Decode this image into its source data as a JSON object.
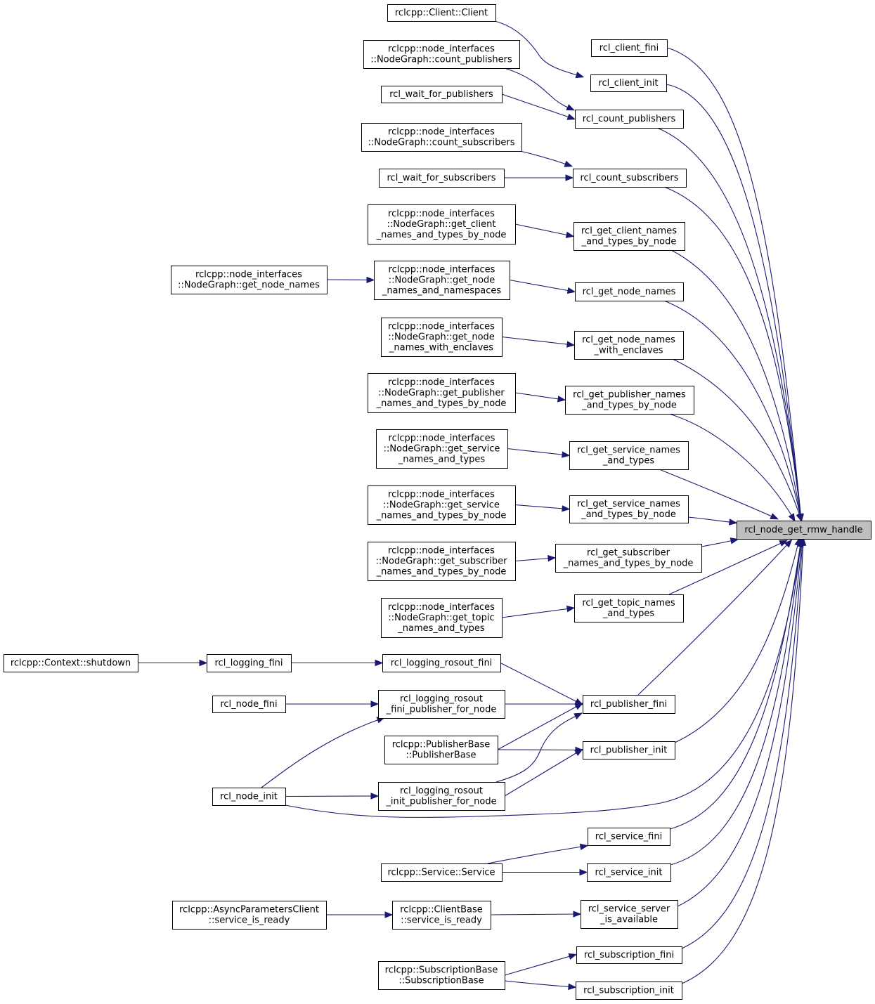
{
  "root": {
    "id": "root",
    "lines": [
      "rcl_node_get_rmw_handle"
    ]
  },
  "nodes": [
    {
      "id": "rclcpp_client_client",
      "lines": [
        "rclcpp::Client::Client"
      ]
    },
    {
      "id": "rcl_client_fini",
      "lines": [
        "rcl_client_fini"
      ]
    },
    {
      "id": "rcl_client_init",
      "lines": [
        "rcl_client_init"
      ]
    },
    {
      "id": "ng_count_publishers",
      "lines": [
        "rclcpp::node_interfaces",
        "::NodeGraph::count_publishers"
      ]
    },
    {
      "id": "rcl_wait_for_publishers",
      "lines": [
        "rcl_wait_for_publishers"
      ]
    },
    {
      "id": "rcl_count_publishers",
      "lines": [
        "rcl_count_publishers"
      ]
    },
    {
      "id": "ng_count_subscribers",
      "lines": [
        "rclcpp::node_interfaces",
        "::NodeGraph::count_subscribers"
      ]
    },
    {
      "id": "rcl_wait_for_subscribers",
      "lines": [
        "rcl_wait_for_subscribers"
      ]
    },
    {
      "id": "rcl_count_subscribers",
      "lines": [
        "rcl_count_subscribers"
      ]
    },
    {
      "id": "ng_get_client_names",
      "lines": [
        "rclcpp::node_interfaces",
        "::NodeGraph::get_client",
        "_names_and_types_by_node"
      ]
    },
    {
      "id": "rcl_get_client_names",
      "lines": [
        "rcl_get_client_names",
        "_and_types_by_node"
      ]
    },
    {
      "id": "ng_get_node_names_caller",
      "lines": [
        "rclcpp::node_interfaces",
        "::NodeGraph::get_node_names"
      ]
    },
    {
      "id": "ng_get_node_names_ns",
      "lines": [
        "rclcpp::node_interfaces",
        "::NodeGraph::get_node",
        "_names_and_namespaces"
      ]
    },
    {
      "id": "rcl_get_node_names",
      "lines": [
        "rcl_get_node_names"
      ]
    },
    {
      "id": "ng_get_node_names_enclaves",
      "lines": [
        "rclcpp::node_interfaces",
        "::NodeGraph::get_node",
        "_names_with_enclaves"
      ]
    },
    {
      "id": "rcl_get_node_names_enclaves",
      "lines": [
        "rcl_get_node_names",
        "_with_enclaves"
      ]
    },
    {
      "id": "ng_get_publisher_names",
      "lines": [
        "rclcpp::node_interfaces",
        "::NodeGraph::get_publisher",
        "_names_and_types_by_node"
      ]
    },
    {
      "id": "rcl_get_publisher_names",
      "lines": [
        "rcl_get_publisher_names",
        "_and_types_by_node"
      ]
    },
    {
      "id": "ng_get_service_names",
      "lines": [
        "rclcpp::node_interfaces",
        "::NodeGraph::get_service",
        "_names_and_types"
      ]
    },
    {
      "id": "rcl_get_service_names",
      "lines": [
        "rcl_get_service_names",
        "_and_types"
      ]
    },
    {
      "id": "ng_get_service_names_node",
      "lines": [
        "rclcpp::node_interfaces",
        "::NodeGraph::get_service",
        "_names_and_types_by_node"
      ]
    },
    {
      "id": "rcl_get_service_names_node",
      "lines": [
        "rcl_get_service_names",
        "_and_types_by_node"
      ]
    },
    {
      "id": "ng_get_subscriber_names",
      "lines": [
        "rclcpp::node_interfaces",
        "::NodeGraph::get_subscriber",
        "_names_and_types_by_node"
      ]
    },
    {
      "id": "rcl_get_subscriber_names",
      "lines": [
        "rcl_get_subscriber",
        "_names_and_types_by_node"
      ]
    },
    {
      "id": "ng_get_topic_names",
      "lines": [
        "rclcpp::node_interfaces",
        "::NodeGraph::get_topic",
        "_names_and_types"
      ]
    },
    {
      "id": "rcl_get_topic_names",
      "lines": [
        "rcl_get_topic_names",
        "_and_types"
      ]
    },
    {
      "id": "context_shutdown",
      "lines": [
        "rclcpp::Context::shutdown"
      ]
    },
    {
      "id": "rcl_logging_fini",
      "lines": [
        "rcl_logging_fini"
      ]
    },
    {
      "id": "rcl_logging_rosout_fini",
      "lines": [
        "rcl_logging_rosout_fini"
      ]
    },
    {
      "id": "rcl_node_fini",
      "lines": [
        "rcl_node_fini"
      ]
    },
    {
      "id": "rosout_fini_pub",
      "lines": [
        "rcl_logging_rosout",
        "_fini_publisher_for_node"
      ]
    },
    {
      "id": "rcl_publisher_fini",
      "lines": [
        "rcl_publisher_fini"
      ]
    },
    {
      "id": "publisherbase",
      "lines": [
        "rclcpp::PublisherBase",
        "::PublisherBase"
      ]
    },
    {
      "id": "rcl_publisher_init",
      "lines": [
        "rcl_publisher_init"
      ]
    },
    {
      "id": "rcl_node_init",
      "lines": [
        "rcl_node_init"
      ]
    },
    {
      "id": "rosout_init_pub",
      "lines": [
        "rcl_logging_rosout",
        "_init_publisher_for_node"
      ]
    },
    {
      "id": "rcl_service_fini",
      "lines": [
        "rcl_service_fini"
      ]
    },
    {
      "id": "service_service",
      "lines": [
        "rclcpp::Service::Service"
      ]
    },
    {
      "id": "rcl_service_init",
      "lines": [
        "rcl_service_init"
      ]
    },
    {
      "id": "async_params_ready",
      "lines": [
        "rclcpp::AsyncParametersClient",
        "::service_is_ready"
      ]
    },
    {
      "id": "clientbase_ready",
      "lines": [
        "rclcpp::ClientBase",
        "::service_is_ready"
      ]
    },
    {
      "id": "rcl_service_server_available",
      "lines": [
        "rcl_service_server",
        "_is_available"
      ]
    },
    {
      "id": "rcl_subscription_fini",
      "lines": [
        "rcl_subscription_fini"
      ]
    },
    {
      "id": "subscriptionbase",
      "lines": [
        "rclcpp::SubscriptionBase",
        "::SubscriptionBase"
      ]
    },
    {
      "id": "rcl_subscription_init",
      "lines": [
        "rcl_subscription_init"
      ]
    }
  ],
  "edges": [
    {
      "from": "rclcpp_client_client",
      "to": "rcl_client_init"
    },
    {
      "from": "ng_count_publishers",
      "to": "rcl_count_publishers"
    },
    {
      "from": "rcl_wait_for_publishers",
      "to": "rcl_count_publishers"
    },
    {
      "from": "ng_count_subscribers",
      "to": "rcl_count_subscribers"
    },
    {
      "from": "rcl_wait_for_subscribers",
      "to": "rcl_count_subscribers"
    },
    {
      "from": "ng_get_client_names",
      "to": "rcl_get_client_names"
    },
    {
      "from": "ng_get_node_names_caller",
      "to": "ng_get_node_names_ns"
    },
    {
      "from": "ng_get_node_names_ns",
      "to": "rcl_get_node_names"
    },
    {
      "from": "ng_get_node_names_enclaves",
      "to": "rcl_get_node_names_enclaves"
    },
    {
      "from": "ng_get_publisher_names",
      "to": "rcl_get_publisher_names"
    },
    {
      "from": "ng_get_service_names",
      "to": "rcl_get_service_names"
    },
    {
      "from": "ng_get_service_names_node",
      "to": "rcl_get_service_names_node"
    },
    {
      "from": "ng_get_subscriber_names",
      "to": "rcl_get_subscriber_names"
    },
    {
      "from": "ng_get_topic_names",
      "to": "rcl_get_topic_names"
    },
    {
      "from": "context_shutdown",
      "to": "rcl_logging_fini"
    },
    {
      "from": "rcl_logging_fini",
      "to": "rcl_logging_rosout_fini"
    },
    {
      "from": "rcl_logging_rosout_fini",
      "to": "rcl_publisher_fini"
    },
    {
      "from": "rcl_node_fini",
      "to": "rosout_fini_pub"
    },
    {
      "from": "rcl_node_init",
      "to": "rosout_fini_pub"
    },
    {
      "from": "rosout_fini_pub",
      "to": "rcl_publisher_fini"
    },
    {
      "from": "publisherbase",
      "to": "rcl_publisher_fini"
    },
    {
      "from": "publisherbase",
      "to": "rcl_publisher_init"
    },
    {
      "from": "rosout_init_pub",
      "to": "rcl_publisher_fini"
    },
    {
      "from": "rosout_init_pub",
      "to": "rcl_publisher_init"
    },
    {
      "from": "rcl_node_init",
      "to": "rosout_init_pub"
    },
    {
      "from": "service_service",
      "to": "rcl_service_fini"
    },
    {
      "from": "service_service",
      "to": "rcl_service_init"
    },
    {
      "from": "async_params_ready",
      "to": "clientbase_ready"
    },
    {
      "from": "clientbase_ready",
      "to": "rcl_service_server_available"
    },
    {
      "from": "subscriptionbase",
      "to": "rcl_subscription_fini"
    },
    {
      "from": "subscriptionbase",
      "to": "rcl_subscription_init"
    },
    {
      "from": "rcl_client_fini",
      "to": "root"
    },
    {
      "from": "rcl_client_init",
      "to": "root"
    },
    {
      "from": "rcl_count_publishers",
      "to": "root"
    },
    {
      "from": "rcl_count_subscribers",
      "to": "root"
    },
    {
      "from": "rcl_get_client_names",
      "to": "root"
    },
    {
      "from": "rcl_get_node_names",
      "to": "root"
    },
    {
      "from": "rcl_get_node_names_enclaves",
      "to": "root"
    },
    {
      "from": "rcl_get_publisher_names",
      "to": "root"
    },
    {
      "from": "rcl_get_service_names",
      "to": "root"
    },
    {
      "from": "rcl_get_service_names_node",
      "to": "root"
    },
    {
      "from": "rcl_get_subscriber_names",
      "to": "root"
    },
    {
      "from": "rcl_get_topic_names",
      "to": "root"
    },
    {
      "from": "rcl_publisher_fini",
      "to": "root"
    },
    {
      "from": "rcl_publisher_init",
      "to": "root"
    },
    {
      "from": "rcl_node_init",
      "to": "root"
    },
    {
      "from": "rcl_service_fini",
      "to": "root"
    },
    {
      "from": "rcl_service_init",
      "to": "root"
    },
    {
      "from": "rcl_service_server_available",
      "to": "root"
    },
    {
      "from": "rcl_subscription_fini",
      "to": "root"
    },
    {
      "from": "rcl_subscription_init",
      "to": "root"
    }
  ],
  "colors": {
    "edge": "#191970",
    "node_border": "#000000",
    "root_fill": "#bfbfbf",
    "node_fill": "#ffffff"
  }
}
